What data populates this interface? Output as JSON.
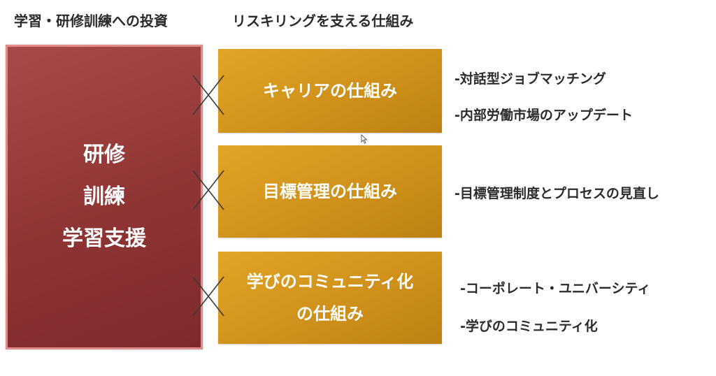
{
  "headers": {
    "left": "学習・研修訓練への投資",
    "right": "リスキリングを支える仕組み"
  },
  "investment_box": {
    "lines": [
      "研修",
      "訓練",
      "学習支援"
    ]
  },
  "mechanisms": [
    {
      "lines": [
        "キャリアの仕組み"
      ]
    },
    {
      "lines": [
        "目標管理の仕組み"
      ]
    },
    {
      "lines": [
        "学びのコミュニティ化",
        "の仕組み"
      ]
    }
  ],
  "bullets": [
    "-対話型ジョブマッチング",
    "-内部労働市場のアップデート",
    "-目標管理制度とプロセスの見直し",
    "-コーポレート・ユニバーシティ",
    "-学びのコミュニティ化"
  ],
  "colors": {
    "investment_fill": "#8f3434",
    "investment_border": "#e38a8a",
    "mechanism_fill": "#d0931c",
    "text_dark": "#2b2b2b",
    "text_light": "#ffffff"
  },
  "icons": {
    "connector": "cross-mark-icon",
    "pointer": "mouse-cursor-icon"
  }
}
